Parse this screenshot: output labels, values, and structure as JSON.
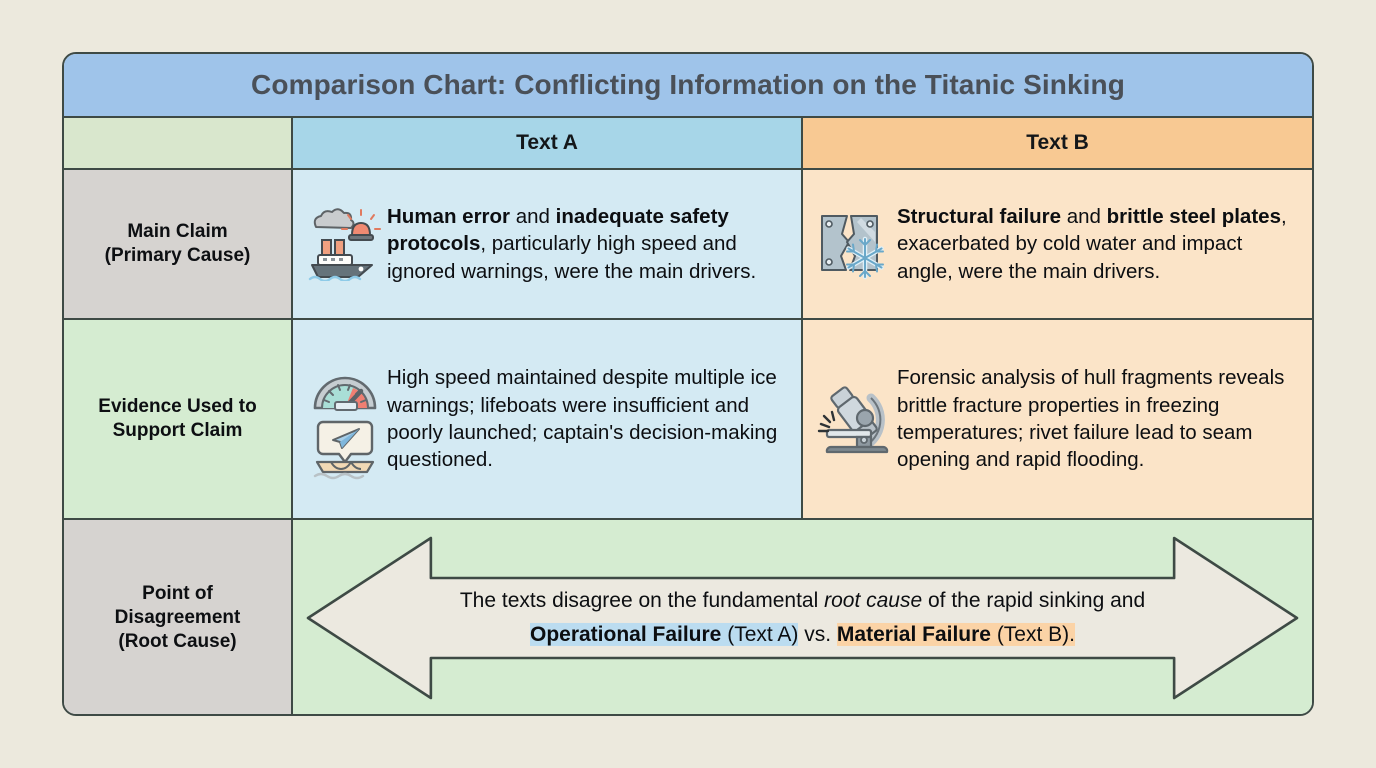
{
  "title": "Comparison Chart: Conflicting Information on the Titanic Sinking",
  "header": {
    "blank": "",
    "text_a": "Text A",
    "text_b": "Text B"
  },
  "rows": [
    {
      "label": "Main Claim\n(Primary Cause)",
      "label_line1": "Main Claim",
      "label_line2": "(Primary Cause)",
      "text_a": {
        "bold1": "Human error",
        "mid1": " and ",
        "bold2": "inadequate safety protocols",
        "rest": ", particularly high speed and ignored warnings, were the main drivers.",
        "icons": [
          "ship-icon",
          "alarm-light-icon",
          "smoke-icon"
        ]
      },
      "text_b": {
        "bold1": "Structural failure",
        "mid1": " and ",
        "bold2": "brittle steel plates",
        "rest": ", exacerbated by cold water and impact angle, were the main drivers.",
        "icons": [
          "cracked-steel-plate-icon",
          "snowflake-icon"
        ]
      }
    },
    {
      "label_line1": "Evidence Used to",
      "label_line2": "Support Claim",
      "text_a": {
        "body": "High speed maintained despite multiple ice warnings; lifeboats were insufficient and poorly launched; captain's decision-making questioned.",
        "icons": [
          "speedometer-icon",
          "telegram-message-icon",
          "lifeboat-icon"
        ]
      },
      "text_b": {
        "body": "Forensic analysis of hull fragments reveals brittle fracture properties in freezing temperatures; rivet failure lead to seam opening and rapid flooding.",
        "icons": [
          "microscope-icon"
        ]
      }
    },
    {
      "label_line1": "Point of",
      "label_line2": "Disagreement",
      "label_line3": "(Root Cause)"
    }
  ],
  "conclusion": {
    "lead": "The texts disagree on the fundamental ",
    "italic": "root cause",
    "mid": " of the rapid sinking and",
    "highlight_a": "Operational Failure",
    "paren_a": " (Text A)",
    "vs": " vs. ",
    "highlight_b": "Material Failure",
    "paren_b": " (Text B).",
    "arrow_icon": "double-headed-arrow-icon"
  },
  "colors": {
    "page_background": "#ece9dd",
    "title_bar": "#9fc4ea",
    "title_text": "#4a5058",
    "header_text_a": "#a7d6e8",
    "header_text_b": "#f8c993",
    "header_blank": "#d9e7cd",
    "label_grey": "#d6d3d0",
    "label_green": "#d5ecd1",
    "cell_blue": "#d4eaf3",
    "cell_orange": "#fbe4c8",
    "arrow_fill": "#ece9e0",
    "border": "#3e4a45",
    "highlight_blue": "#bbdcf0",
    "highlight_orange": "#fbd3a6"
  }
}
